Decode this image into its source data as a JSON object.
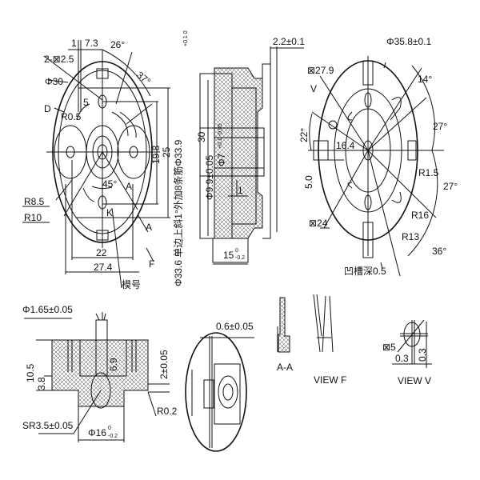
{
  "front_view": {
    "dim_1": "1",
    "dim_7_3": "7.3",
    "angle_26": "26°",
    "angle_37": "37°",
    "slot_2x2_5": "2-⊠2.5",
    "dia_30": "Φ30",
    "label_d": "D",
    "dim_5": "5",
    "r0_5": "R0.5",
    "dim_19_8": "19.8",
    "dim_25": "25",
    "angle_45": "45°",
    "label_a_top": "A",
    "label_a_bottom": "A",
    "label_k": "K",
    "r8_5": "R8.5",
    "r10": "R10",
    "dim_22": "22",
    "dim_27_4": "27.4",
    "label_f": "F",
    "mold_no": "模号"
  },
  "side_view": {
    "rib_note": "Φ33.6 单边上斜1°外加8条筋Φ33.9",
    "rib_note_tol": "+0.1 0",
    "dim_2_2": "2.2±0.1",
    "dim_30": "30",
    "dia_9_9": "Φ9.9±0.05",
    "dia_7": "Φ7",
    "dia_7_tol": "+0.1 -0.05",
    "dim_1": "1",
    "dim_15": "15",
    "dim_15_tol_top": "0",
    "dim_15_tol_bottom": "-0.2"
  },
  "rear_view": {
    "dia_35_8": "Φ35.8±0.1",
    "sq_27_9": "⊠27.9",
    "label_v": "V",
    "angle_14": "14°",
    "angle_22": "22°",
    "dim_16_4": "16.4",
    "angle_27_top": "27°",
    "dim_5_0": "5.0",
    "r1_5": "R1.5",
    "angle_27_bottom": "27°",
    "sq_24": "⊠24",
    "r16": "R16",
    "r13": "R13",
    "angle_36": "36°",
    "groove_depth": "凹槽深0.5"
  },
  "section_view": {
    "dia_1_65": "Φ1.65±0.05",
    "dim_10_5": "10.5",
    "dim_3_8": "3.8",
    "dim_6_9": "6.9",
    "dim_2": "2±0.05",
    "r0_2": "R0.2",
    "sr3_5": "SR3.5±0.05",
    "dia_16": "Φ16",
    "dia_16_tol_top": "0",
    "dia_16_tol_bottom": "-0.2"
  },
  "detail_view": {
    "dim_0_6": "0.6±0.05"
  },
  "aux_views": {
    "section_aa": "A-A",
    "view_f": "VIEW F",
    "view_v": "VIEW V",
    "sq_5": "⊠5",
    "dim_0_3_h": "0.3",
    "dim_0_3_v": "0.3"
  }
}
